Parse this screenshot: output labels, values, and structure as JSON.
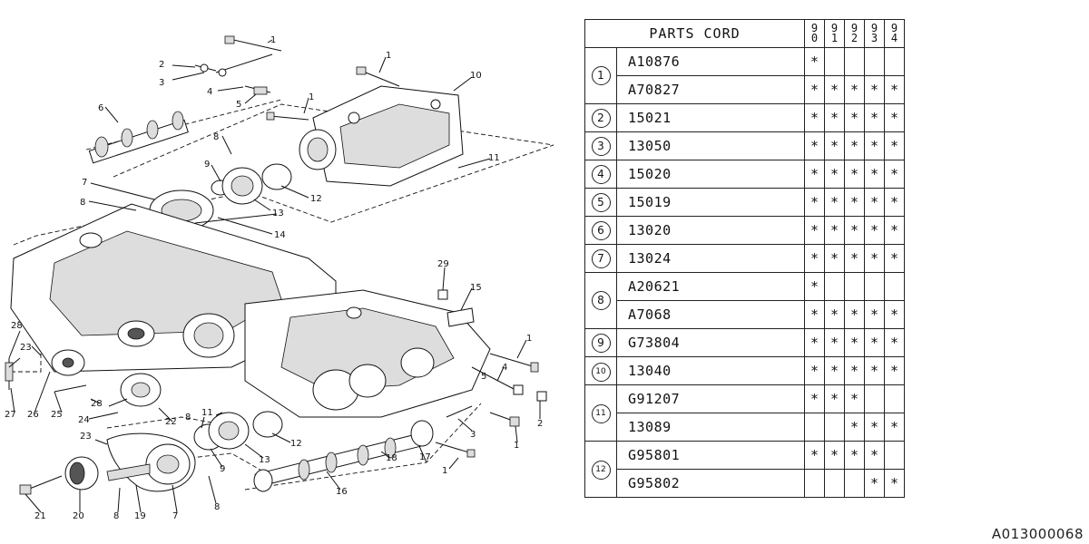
{
  "diagram": {
    "callouts": [
      "1",
      "2",
      "3",
      "4",
      "5",
      "6",
      "7",
      "8",
      "9",
      "10",
      "11",
      "12",
      "13",
      "14",
      "15",
      "16",
      "17",
      "18",
      "19",
      "20",
      "21",
      "22",
      "23",
      "24",
      "25",
      "26",
      "27",
      "28",
      "29"
    ]
  },
  "table": {
    "title": "PARTS CORD",
    "years": [
      {
        "top": "9",
        "bottom": "0"
      },
      {
        "top": "9",
        "bottom": "1"
      },
      {
        "top": "9",
        "bottom": "2"
      },
      {
        "top": "9",
        "bottom": "3"
      },
      {
        "top": "9",
        "bottom": "4"
      }
    ],
    "groups": [
      {
        "ref": "1",
        "rows": [
          {
            "part": "A10876",
            "marks": [
              "*",
              "",
              "",
              "",
              ""
            ]
          },
          {
            "part": "A70827",
            "marks": [
              "*",
              "*",
              "*",
              "*",
              "*"
            ]
          }
        ]
      },
      {
        "ref": "2",
        "rows": [
          {
            "part": "15021",
            "marks": [
              "*",
              "*",
              "*",
              "*",
              "*"
            ]
          }
        ]
      },
      {
        "ref": "3",
        "rows": [
          {
            "part": "13050",
            "marks": [
              "*",
              "*",
              "*",
              "*",
              "*"
            ]
          }
        ]
      },
      {
        "ref": "4",
        "rows": [
          {
            "part": "15020",
            "marks": [
              "*",
              "*",
              "*",
              "*",
              "*"
            ]
          }
        ]
      },
      {
        "ref": "5",
        "rows": [
          {
            "part": "15019",
            "marks": [
              "*",
              "*",
              "*",
              "*",
              "*"
            ]
          }
        ]
      },
      {
        "ref": "6",
        "rows": [
          {
            "part": "13020",
            "marks": [
              "*",
              "*",
              "*",
              "*",
              "*"
            ]
          }
        ]
      },
      {
        "ref": "7",
        "rows": [
          {
            "part": "13024",
            "marks": [
              "*",
              "*",
              "*",
              "*",
              "*"
            ]
          }
        ]
      },
      {
        "ref": "8",
        "rows": [
          {
            "part": "A20621",
            "marks": [
              "*",
              "",
              "",
              "",
              ""
            ]
          },
          {
            "part": "A7068",
            "marks": [
              "*",
              "*",
              "*",
              "*",
              "*"
            ]
          }
        ]
      },
      {
        "ref": "9",
        "rows": [
          {
            "part": "G73804",
            "marks": [
              "*",
              "*",
              "*",
              "*",
              "*"
            ]
          }
        ]
      },
      {
        "ref": "10",
        "rows": [
          {
            "part": "13040",
            "marks": [
              "*",
              "*",
              "*",
              "*",
              "*"
            ]
          }
        ]
      },
      {
        "ref": "11",
        "rows": [
          {
            "part": "G91207",
            "marks": [
              "*",
              "*",
              "*",
              "",
              ""
            ]
          },
          {
            "part": "13089",
            "marks": [
              "",
              "",
              "*",
              "*",
              "*"
            ]
          }
        ]
      },
      {
        "ref": "12",
        "rows": [
          {
            "part": "G95801",
            "marks": [
              "*",
              "*",
              "*",
              "*",
              ""
            ]
          },
          {
            "part": "G95802",
            "marks": [
              "",
              "",
              "",
              "*",
              "*"
            ]
          }
        ]
      }
    ]
  },
  "doc_code": "A013000068"
}
